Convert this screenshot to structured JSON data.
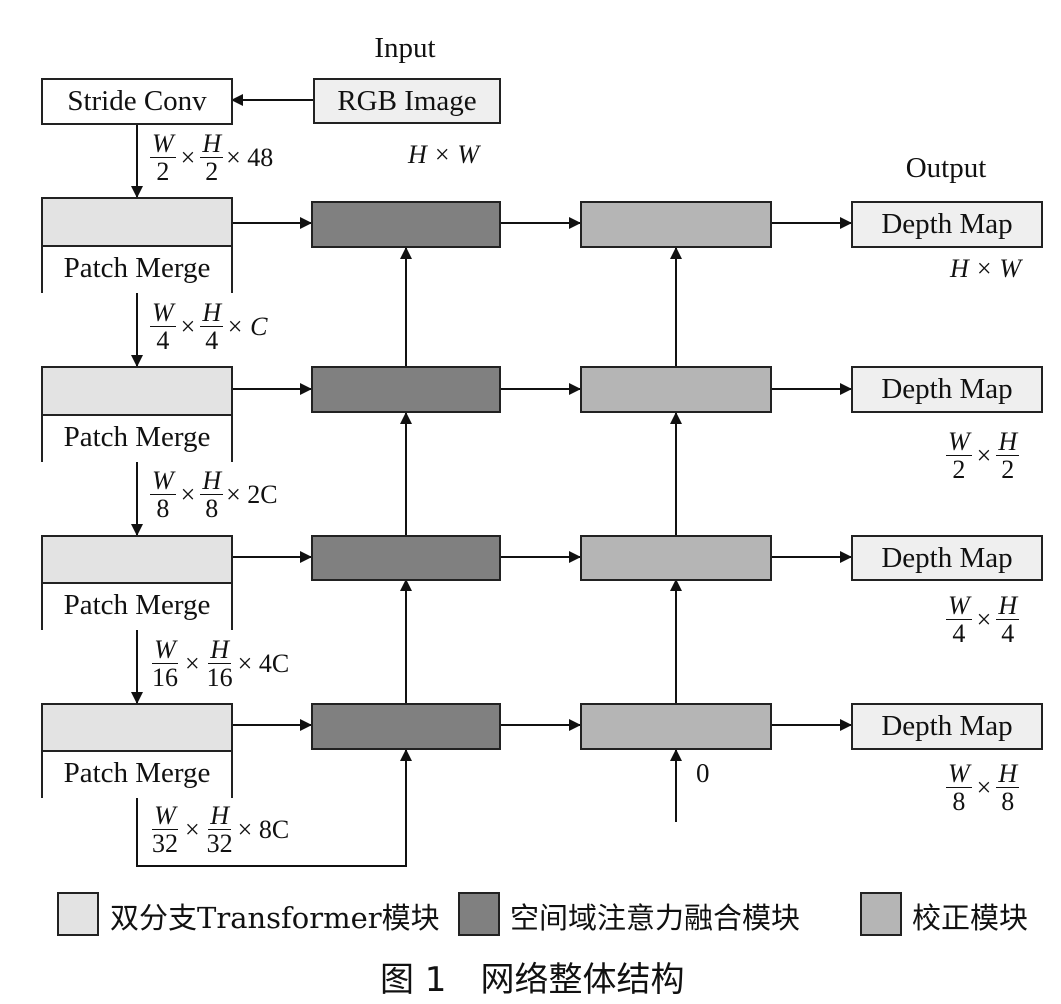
{
  "labels": {
    "input": "Input",
    "output": "Output",
    "rgb_image": "RGB Image",
    "stride_conv": "Stride Conv",
    "patch_merge": "Patch Merge",
    "depth_map": "Depth Map",
    "zero": "0",
    "hw": "H × W"
  },
  "dims": [
    {
      "num1": "W",
      "den1": "2",
      "num2": "H",
      "den2": "2",
      "tail": "× 48"
    },
    {
      "num1": "W",
      "den1": "4",
      "num2": "H",
      "den2": "4",
      "tail": "× C"
    },
    {
      "num1": "W",
      "den1": "8",
      "num2": "H",
      "den2": "8",
      "tail": "× 2C"
    },
    {
      "num1": "W",
      "den1": "16",
      "num2": "H",
      "den2": "16",
      "tail": "× 4C"
    },
    {
      "num1": "W",
      "den1": "32",
      "num2": "H",
      "den2": "32",
      "tail": "× 8C"
    }
  ],
  "out_dims": [
    {
      "num1": "W",
      "den1": "2",
      "num2": "H",
      "den2": "2"
    },
    {
      "num1": "W",
      "den1": "4",
      "num2": "H",
      "den2": "4"
    },
    {
      "num1": "W",
      "den1": "8",
      "num2": "H",
      "den2": "8"
    }
  ],
  "legend": {
    "dual_branch": "双分支Transformer模块",
    "spatial_fusion": "空间域注意力融合模块",
    "correction": "校正模块"
  },
  "caption": "图 1　网络整体结构",
  "colors": {
    "dual_branch": "#e3e3e3",
    "spatial_fusion": "#808080",
    "correction": "#b5b5b5"
  }
}
